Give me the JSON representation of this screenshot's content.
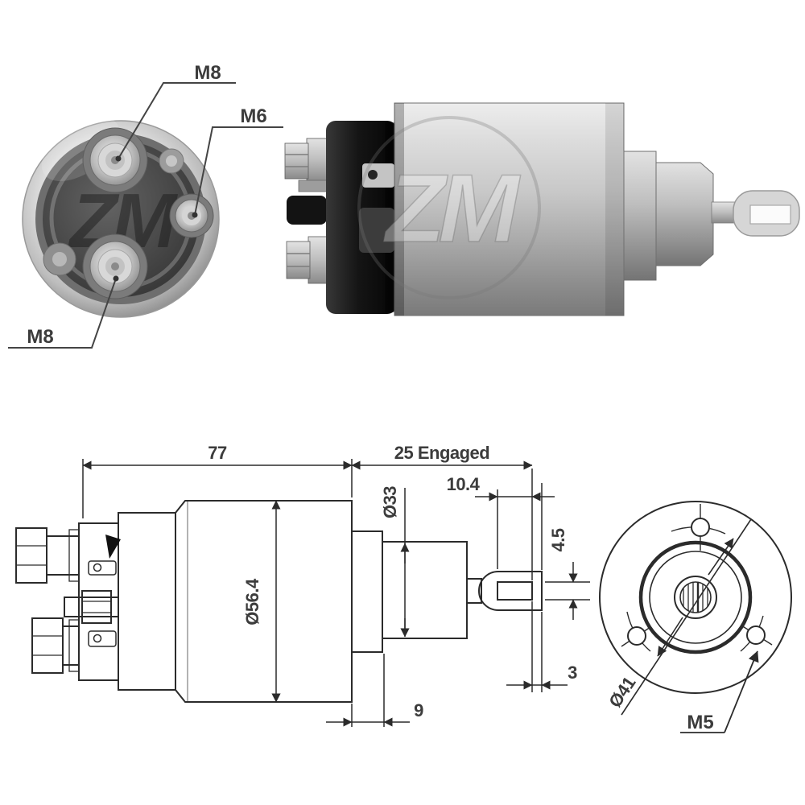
{
  "brand": {
    "watermark": "ZM"
  },
  "front_view": {
    "terminal_top": "M8",
    "terminal_side": "M6",
    "terminal_bottom": "M8"
  },
  "side_drawing": {
    "overall_length": "77",
    "engaged_length": "25 Engaged",
    "plunger_dim": "10.4",
    "neck_diameter": "Ø33",
    "fork_slot_width": "4.5",
    "body_diameter": "Ø56.4",
    "rear_step": "9",
    "fork_tip_thickness": "3"
  },
  "rear_drawing": {
    "bolt_circle_diameter": "Ø41",
    "mount_hole_thread": "M5"
  }
}
